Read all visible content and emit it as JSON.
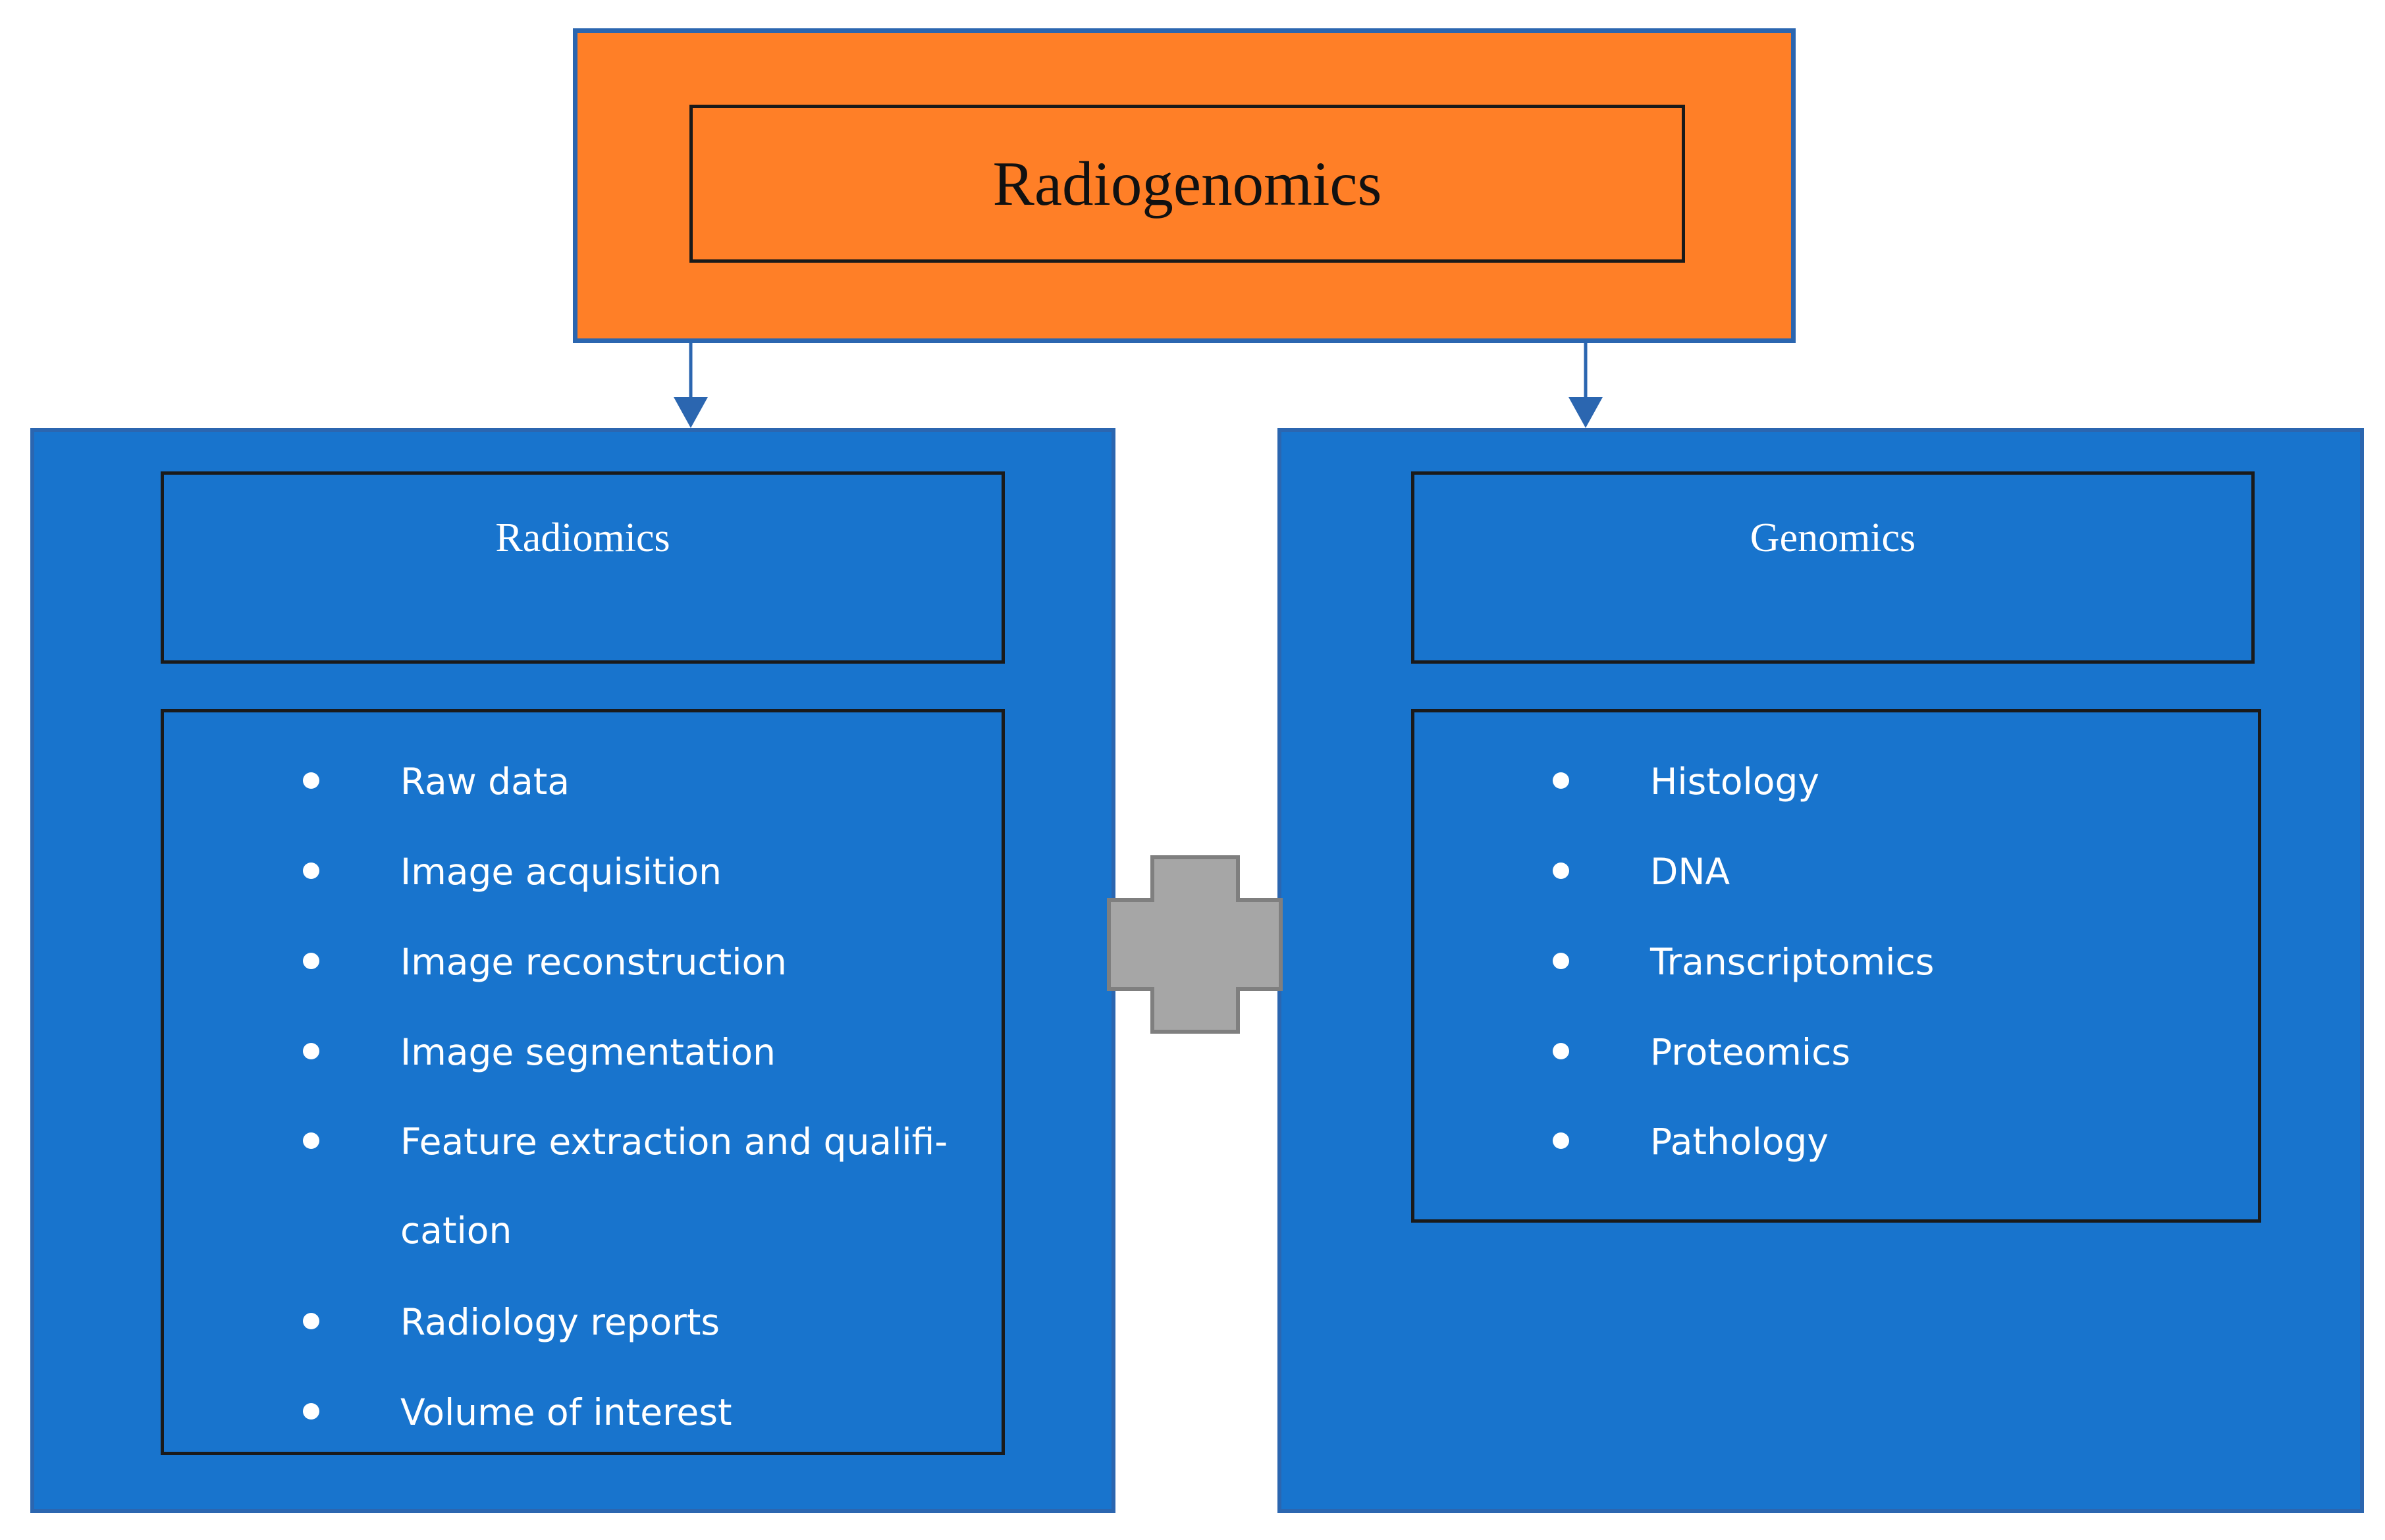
{
  "colors": {
    "top_box_fill": "#FF7F27",
    "panel_fill": "#1874CD",
    "panel_border": "#2B66B0",
    "inner_border": "#1a1a1a",
    "arrow": "#2B66B0",
    "plus_fill": "#A6A6A6",
    "plus_stroke": "#7F7F7F",
    "text_light": "#FFFFFF",
    "text_dark": "#111111"
  },
  "top": {
    "title": "Radiogenomics"
  },
  "left": {
    "header": "Radiomics",
    "items": [
      "Raw data",
      "Image acquisition",
      "Image reconstruction",
      "Image segmentation",
      "Feature extraction and qualifi-",
      "cation",
      "Radiology reports",
      "Volume of interest"
    ]
  },
  "right": {
    "header": "Genomics",
    "items": [
      "Histology",
      "DNA",
      "Transcriptomics",
      "Proteomics",
      "Pathology"
    ]
  },
  "icons": {
    "connector": "plus-icon",
    "flow": "arrow-down-icon"
  }
}
